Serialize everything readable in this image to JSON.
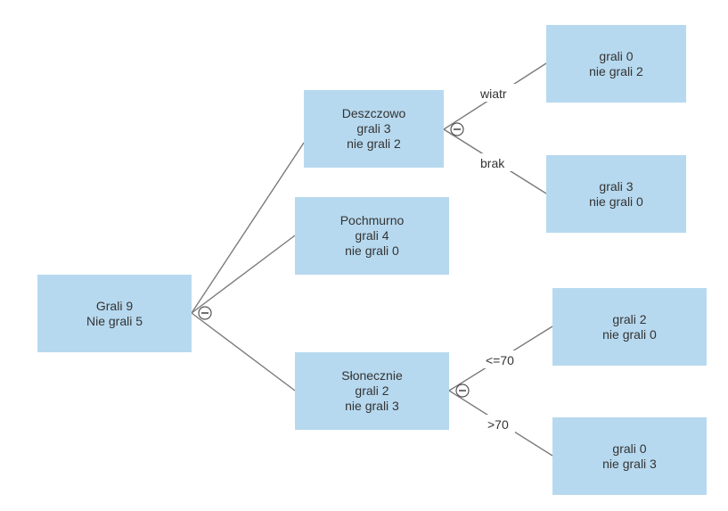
{
  "tree": {
    "root": {
      "line1": "Grali 9",
      "line2": "Nie grali 5"
    },
    "deszczowo": {
      "line1": "Deszczowo",
      "line2": "grali 3",
      "line3": "nie grali 2"
    },
    "pochmurno": {
      "line1": "Pochmurno",
      "line2": "grali 4",
      "line3": "nie grali 0"
    },
    "sloneczne": {
      "line1": "Słonecznie",
      "line2": "grali 2",
      "line3": "nie grali 3"
    },
    "deszczowo_wiatr": {
      "line1": "grali 0",
      "line2": "nie grali 2"
    },
    "deszczowo_brak": {
      "line1": "grali 3",
      "line2": "nie grali 0"
    },
    "sloneczne_le70": {
      "line1": "grali 2",
      "line2": "nie grali 0"
    },
    "sloneczne_gt70": {
      "line1": "grali 0",
      "line2": "nie grali 3"
    }
  },
  "edge_labels": {
    "wiatr": "wiatr",
    "brak": "brak",
    "le70": "<=70",
    "gt70": ">70"
  },
  "icons": {
    "collapse": "minus-circle-icon"
  },
  "colors": {
    "node_fill": "#b7d9ef",
    "edge": "#7a7a7a",
    "text": "#333333"
  }
}
